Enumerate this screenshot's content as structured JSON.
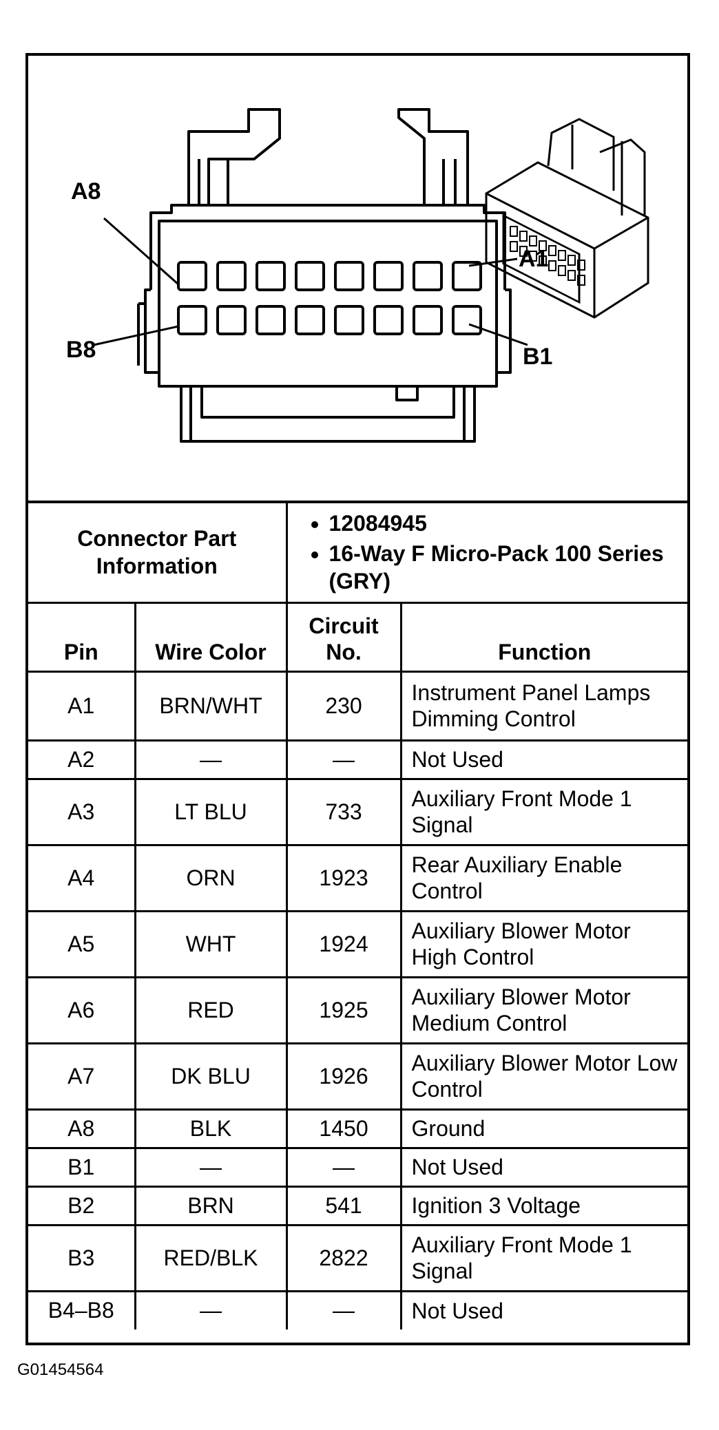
{
  "diagram": {
    "labels": {
      "a8": "A8",
      "a1": "A1",
      "b8": "B8",
      "b1": "B1"
    },
    "cavity_rows": 2,
    "cavities_per_row": 8
  },
  "connector_info": {
    "label": "Connector Part Information",
    "items": [
      "12084945",
      "16-Way F Micro-Pack 100 Series (GRY)"
    ]
  },
  "table": {
    "headers": {
      "pin": "Pin",
      "wire_color": "Wire Color",
      "circuit_no": "Circuit No.",
      "function": "Function"
    },
    "rows": [
      {
        "pin": "A1",
        "wire": "BRN/WHT",
        "circuit": "230",
        "function": "Instrument Panel Lamps Dimming Control"
      },
      {
        "pin": "A2",
        "wire": "—",
        "circuit": "—",
        "function": "Not Used"
      },
      {
        "pin": "A3",
        "wire": "LT BLU",
        "circuit": "733",
        "function": "Auxiliary Front Mode 1 Signal"
      },
      {
        "pin": "A4",
        "wire": "ORN",
        "circuit": "1923",
        "function": "Rear Auxiliary Enable Control"
      },
      {
        "pin": "A5",
        "wire": "WHT",
        "circuit": "1924",
        "function": "Auxiliary Blower Motor High Control"
      },
      {
        "pin": "A6",
        "wire": "RED",
        "circuit": "1925",
        "function": "Auxiliary Blower Motor Medium Control"
      },
      {
        "pin": "A7",
        "wire": "DK BLU",
        "circuit": "1926",
        "function": "Auxiliary Blower Motor Low Control"
      },
      {
        "pin": "A8",
        "wire": "BLK",
        "circuit": "1450",
        "function": "Ground"
      },
      {
        "pin": "B1",
        "wire": "—",
        "circuit": "—",
        "function": "Not Used"
      },
      {
        "pin": "B2",
        "wire": "BRN",
        "circuit": "541",
        "function": "Ignition 3 Voltage"
      },
      {
        "pin": "B3",
        "wire": "RED/BLK",
        "circuit": "2822",
        "function": "Auxiliary Front Mode 1 Signal"
      },
      {
        "pin": "B4–B8",
        "wire": "—",
        "circuit": "—",
        "function": "Not Used"
      }
    ]
  },
  "footer_code": "G01454564"
}
